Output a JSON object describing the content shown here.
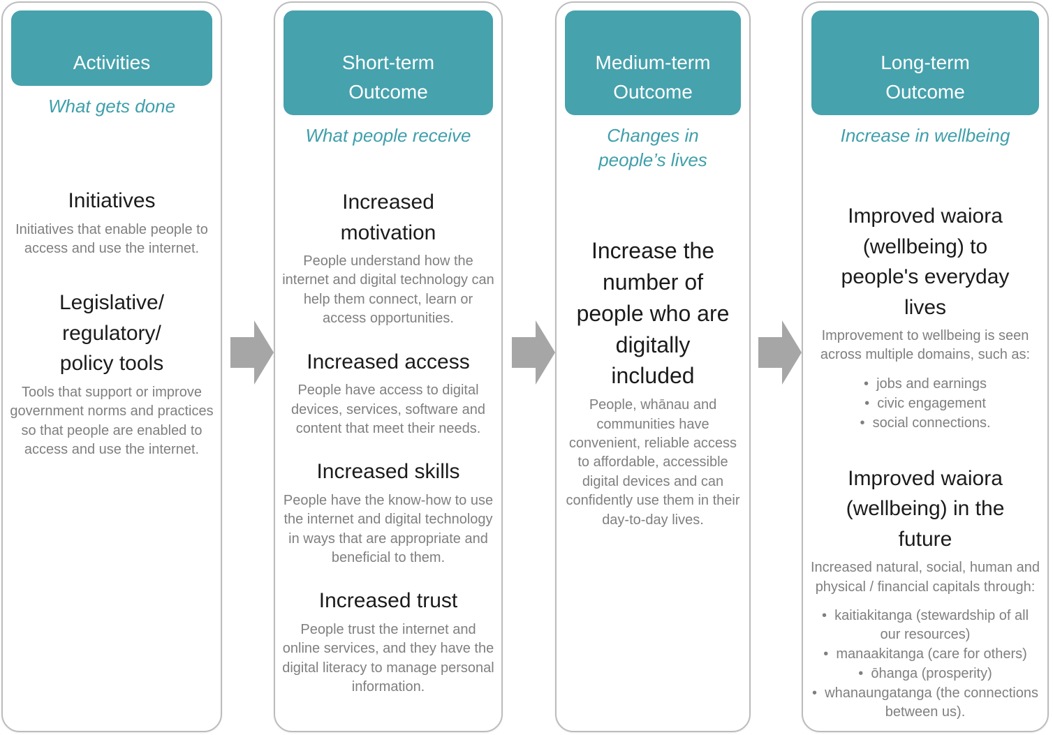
{
  "colors": {
    "header_teal": "#46a2ad",
    "subtitle_teal": "#3f9faa",
    "heading_black": "#1b1b1b",
    "body_gray": "#7f7f7f",
    "arrow_gray": "#a6a6a6",
    "card_border_gray": "#bcbcbc"
  },
  "arrows": [
    {
      "icon": "right-arrow"
    },
    {
      "icon": "right-arrow"
    },
    {
      "icon": "right-arrow"
    }
  ],
  "columns": [
    {
      "header": "Activities",
      "subtitle": "What gets done",
      "sections": [
        {
          "heading": "Initiatives",
          "body": "Initiatives that enable people to access and use the internet.",
          "bullets": []
        },
        {
          "heading": "Legislative/\nregulatory/\npolicy tools",
          "body": "Tools that support or improve government norms and practices so that people are enabled to access and use the internet.",
          "bullets": []
        }
      ]
    },
    {
      "header": "Short-term\nOutcome",
      "subtitle": "What people receive",
      "sections": [
        {
          "heading": "Increased\nmotivation",
          "body": "People understand how the internet and digital technology can help them connect, learn or access opportunities.",
          "bullets": []
        },
        {
          "heading": "Increased access",
          "body": "People have access to digital devices, services, software and content that meet their needs.",
          "bullets": []
        },
        {
          "heading": "Increased skills",
          "body": "People have the know-how to use the internet and digital technology in ways that are appropriate and beneficial to them.",
          "bullets": []
        },
        {
          "heading": "Increased trust",
          "body": "People trust the internet and online services, and they have the digital literacy to manage personal information.",
          "bullets": []
        }
      ]
    },
    {
      "header": "Medium-term\nOutcome",
      "subtitle": "Changes in\npeople’s lives",
      "sections": [
        {
          "heading": "Increase the\nnumber of\npeople who are\ndigitally\nincluded",
          "body": "People, whānau and communities have convenient, reliable access to affordable, accessible digital devices and can confidently use them in their day-to-day lives.",
          "bullets": []
        }
      ]
    },
    {
      "header": "Long-term\nOutcome",
      "subtitle": "Increase in wellbeing",
      "sections": [
        {
          "heading": "Improved waiora\n(wellbeing) to\npeople's everyday\nlives",
          "body": "Improvement to wellbeing is seen across multiple domains, such as:",
          "bullets": [
            "jobs and earnings",
            "civic engagement",
            "social connections."
          ]
        },
        {
          "heading": "Improved waiora\n(wellbeing) in the\nfuture",
          "body": "Increased natural, social, human and physical / financial capitals through:",
          "bullets": [
            "kaitiakitanga (stewardship of all our resources)",
            "manaakitanga (care for others)",
            "ōhanga (prosperity)",
            "whanaungatanga (the connections between us)."
          ]
        }
      ]
    }
  ]
}
